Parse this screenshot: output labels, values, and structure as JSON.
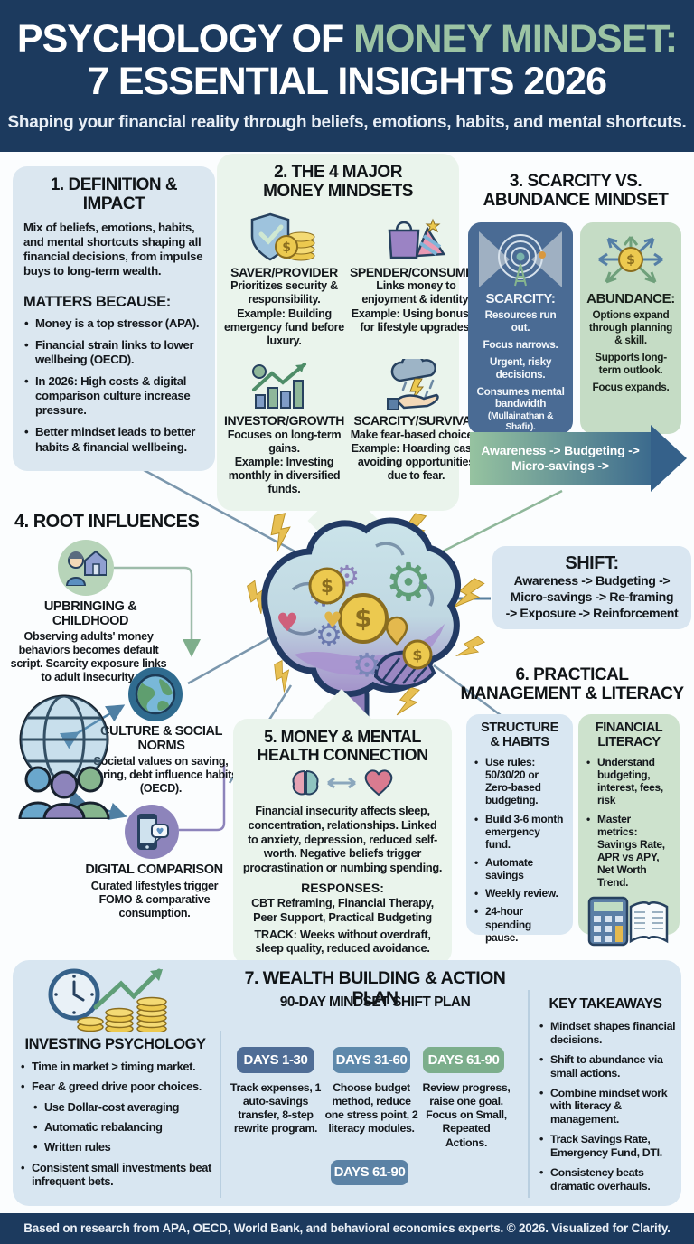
{
  "header": {
    "title_part1": "PSYCHOLOGY OF ",
    "title_part2": "MONEY MINDSET:",
    "title_line2": "7 ESSENTIAL INSIGHTS 2026",
    "subtitle": "Shaping your financial reality through beliefs, emotions, habits, and mental shortcuts."
  },
  "labels": {
    "example": "Example:"
  },
  "section1": {
    "title": "1. DEFINITION & IMPACT",
    "intro": "Mix of beliefs, emotions, habits, and mental shortcuts shaping all financial decisions, from impulse buys to long-term wealth.",
    "matters_heading": "MATTERS BECAUSE:",
    "bullets": [
      "Money is a top stressor (APA).",
      "Financial strain links to lower wellbeing (OECD).",
      "In 2026: High costs & digital comparison culture increase pressure.",
      "Better mindset leads to better habits & financial wellbeing."
    ]
  },
  "section2": {
    "title_line1": "2. THE 4 MAJOR",
    "title_line2": "MONEY MINDSETS",
    "mindsets": [
      {
        "name": "SAVER/PROVIDER",
        "desc": "Prioritizes security & responsibility.",
        "example": "Building emergency fund before luxury."
      },
      {
        "name": "SPENDER/CONSUMER",
        "desc": "Links money to enjoyment & identity.",
        "example": "Using bonuses for lifestyle upgrades."
      },
      {
        "name": "INVESTOR/GROWTH",
        "desc": "Focuses on long-term gains.",
        "example": "Investing monthly in diversified funds."
      },
      {
        "name": "SCARCITY/SURVIVAL",
        "desc": "Make fear-based choices.",
        "example": "Hoarding cash, avoiding opportunities due to fear."
      }
    ]
  },
  "section3": {
    "title_line1": "3. SCARCITY VS.",
    "title_line2": "ABUNDANCE MINDSET",
    "scarcity_label": "SCARCITY:",
    "scarcity_points": [
      "Resources run out.",
      "Focus narrows.",
      "Urgent, risky decisions.",
      "Consumes mental bandwidth",
      "(Mullainathan & Shafir)."
    ],
    "abundance_label": "ABUNDANCE:",
    "abundance_points": [
      "Options expand through planning & skill.",
      "Supports long-term outlook.",
      "Focus expands."
    ],
    "arrow_line1": "Awareness -> Budgeting ->",
    "arrow_line2": "Micro-savings ->"
  },
  "section4": {
    "title": "4. ROOT INFLUENCES",
    "items": [
      {
        "name": "UPBRINGING & CHILDHOOD",
        "desc": "Observing adults' money behaviors becomes default script. Scarcity exposure links to adult insecurity."
      },
      {
        "name": "CULTURE & SOCIAL NORMS",
        "desc": "Societal values on saving, sharing, debt influence habits (OECD)."
      },
      {
        "name": "DIGITAL COMPARISON",
        "desc": "Curated lifestyles trigger FOMO & comparative consumption."
      }
    ]
  },
  "shift_box": {
    "label": "SHIFT:",
    "line1": "Awareness -> Budgeting ->",
    "line2": "Micro-savings -> Re-framing",
    "line3": "-> Exposure -> Reinforcement"
  },
  "section5": {
    "title_line1": "5. MONEY & MENTAL",
    "title_line2": "HEALTH CONNECTION",
    "body": "Financial insecurity affects sleep, concentration, relationships. Linked to anxiety, depression, reduced self-worth. Negative beliefs trigger procrastination or numbing spending.",
    "responses_heading": "RESPONSES:",
    "responses": "CBT Reframing, Financial Therapy, Peer Support, Practical Budgeting",
    "track_label": "TRACK:",
    "track": "Weeks without overdraft, sleep quality, reduced avoidance."
  },
  "section6": {
    "title_line1": "6. PRACTICAL",
    "title_line2": "MANAGEMENT & LITERACY",
    "structure": {
      "title_line1": "STRUCTURE",
      "title_line2": "& HABITS",
      "bullets": [
        "Use rules: 50/30/20 or Zero-based budgeting.",
        "Build 3-6 month emergency fund.",
        "Automate savings",
        "Weekly review.",
        "24-hour spending pause."
      ]
    },
    "literacy": {
      "title_line1": "FINANCIAL",
      "title_line2": "LITERACY",
      "bullets": [
        "Understand budgeting, interest, fees, risk",
        "Master metrics: Savings Rate, APR vs APY, Net Worth Trend."
      ]
    }
  },
  "section7": {
    "title": "7. WEALTH BUILDING & ACTION PLAN",
    "plan_title": "90-DAY MINDSET SHIFT PLAN",
    "investing": {
      "title": "INVESTING PSYCHOLOGY",
      "bullets": [
        "Time in market > timing market.",
        "Fear & greed drive poor choices."
      ],
      "sub_bullets": [
        "Use Dollar-cost averaging",
        "Automatic rebalancing",
        "Written rules"
      ],
      "last_bullet": "Consistent small investments beat infrequent bets."
    },
    "phases": [
      {
        "label": "DAYS 1-30",
        "desc": "Track expenses, 1 auto-savings transfer, 8-step rewrite program."
      },
      {
        "label": "DAYS 31-60",
        "desc": "Choose budget method, reduce one stress point, 2 literacy modules."
      },
      {
        "label": "DAYS 61-90",
        "desc": "Review progress, raise one goal. Focus on Small, Repeated Actions."
      }
    ],
    "bottom_pill": "DAYS 61-90",
    "takeaways": {
      "title": "KEY TAKEAWAYS",
      "bullets": [
        "Mindset shapes financial decisions.",
        "Shift to abundance via small actions.",
        "Combine mindset work with literacy & management.",
        "Track Savings Rate, Emergency Fund, DTI.",
        "Consistency beats dramatic overhauls."
      ]
    }
  },
  "footer": {
    "text": "Based on research from APA, OECD, World Bank, and behavioral economics experts. © 2026. Visualized for Clarity."
  },
  "colors": {
    "header_navy": "#1c3a5e",
    "title_green": "#9cc4a4",
    "card_blue": "#dbe7f0",
    "card_mint": "#eaf4ec",
    "scarcity_navy": "#4a6b94",
    "abundance_green": "#c5dcc5",
    "pill_dark_blue": "#4f6d96",
    "pill_mid_blue": "#5e89ab",
    "pill_green": "#7cae8c",
    "bolt_yellow": "#e7bf52",
    "coin_gold": "#ecc94f"
  }
}
